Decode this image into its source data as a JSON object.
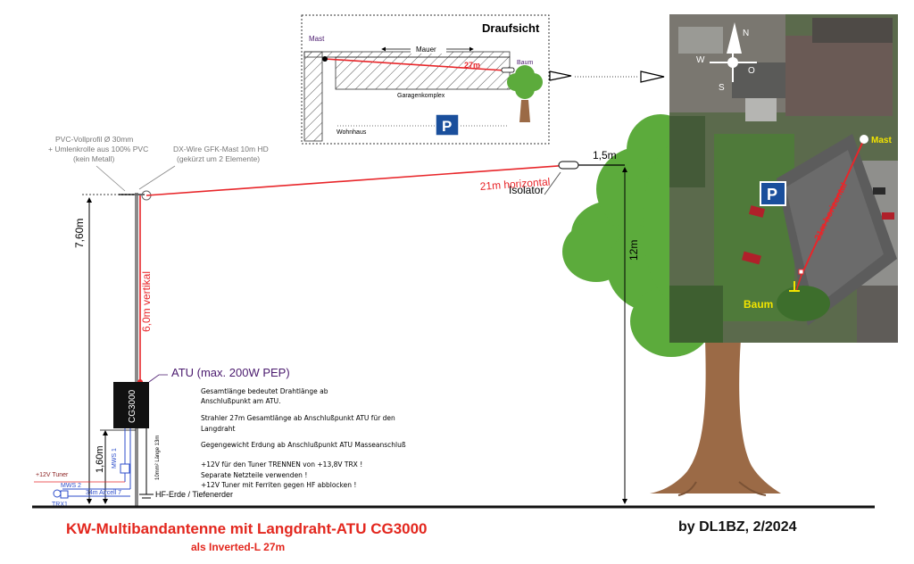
{
  "plan": {
    "title": "Draufsicht",
    "mast": "Mast",
    "wall": "Mauer",
    "wire": "27m",
    "tree": "Baum",
    "garage": "Garagenkomplex",
    "house": "Wohnhaus",
    "parking": "P"
  },
  "mast_notes": {
    "pvc_line1": "PVC-Vollprofil Ø 30mm",
    "pvc_line2": "+ Umlenkrolle aus 100% PVC",
    "pvc_line3": "(kein Metall)",
    "gfk_line1": "DX-Wire GFK-Mast 10m HD",
    "gfk_line2": "(gekürzt um 2 Elemente)"
  },
  "dims": {
    "mast_height": "7,60m",
    "atu_height": "1,60m",
    "tree_height": "12m",
    "offset": "1,5m",
    "horizontal": "21m horizontal",
    "vertical": "6,0m vertikal",
    "insulator": "Isolator"
  },
  "atu": {
    "label": "ATU (max. 200W PEP)",
    "model": "CG3000",
    "mws1": "MWS 1",
    "control_cable": "10mm² Länge 13m",
    "ground": "HF-Erde / Tiefenerder"
  },
  "wiring": {
    "tuner_power": "+12V Tuner",
    "mws2": "MWS 2",
    "aircell": "34m Aircell 7",
    "trx": "TRX1"
  },
  "notes": {
    "n1": "Gesamtlänge bedeutet Drahtlänge ab",
    "n2": "Anschlußpunkt am ATU.",
    "n3": "Strahler 27m Gesamtlänge ab Anschlußpunkt ATU für den",
    "n4": "Langdraht",
    "n5": "Gegengewicht Erdung ab Anschlußpunkt ATU Masseanschluß",
    "n6": "+12V für den Tuner TRENNEN von +13,8V TRX !",
    "n7": "Separate Netzteile verwenden !",
    "n8": "+12V Tuner mit Ferriten gegen HF abblocken !"
  },
  "footer": {
    "title": "KW-Multibandantenne mit Langdraht-ATU CG3000",
    "subtitle": "als Inverted-L 27m",
    "author": "by DL1BZ, 2/2024"
  },
  "aerial": {
    "compass_n": "N",
    "compass_s": "S",
    "compass_w": "W",
    "compass_o": "O",
    "mast": "Mast",
    "wire": "21m horizontal",
    "tree": "Baum",
    "parking": "P"
  },
  "colors": {
    "wire": "#e8262a",
    "tree_green": "#5cab3c",
    "trunk": "#9b6a46",
    "parking_blue": "#1a4f9c",
    "footer_red": "#e3271e",
    "atu_box": "#111111",
    "wiring_blue": "#2d4ecb",
    "yellow_label": "#f2e400"
  }
}
